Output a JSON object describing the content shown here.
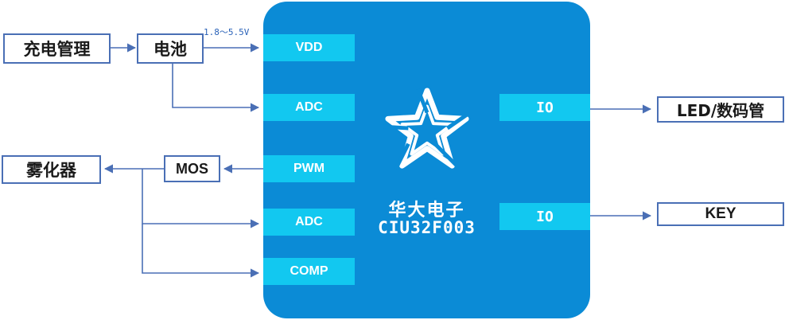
{
  "blocks": {
    "charging": "充电管理",
    "battery": "电池",
    "atomizer": "雾化器",
    "mos": "MOS",
    "led": "LED/数码管",
    "key": "KEY"
  },
  "voltage_label": "1.8～5.5V",
  "pins": {
    "vdd": "VDD",
    "adc1": "ADC",
    "pwm": "PWM",
    "adc2": "ADC",
    "comp": "COMP",
    "io1": "IO",
    "io2": "IO"
  },
  "chip": {
    "brand": "华大电子",
    "model": "CIU32F003",
    "logo_icon": "huada-star-logo-icon"
  },
  "colors": {
    "chip_body": "#0b8bd6",
    "pin": "#12c8f0",
    "wire": "#4a6fb5",
    "text_blue": "#2a62b8"
  }
}
